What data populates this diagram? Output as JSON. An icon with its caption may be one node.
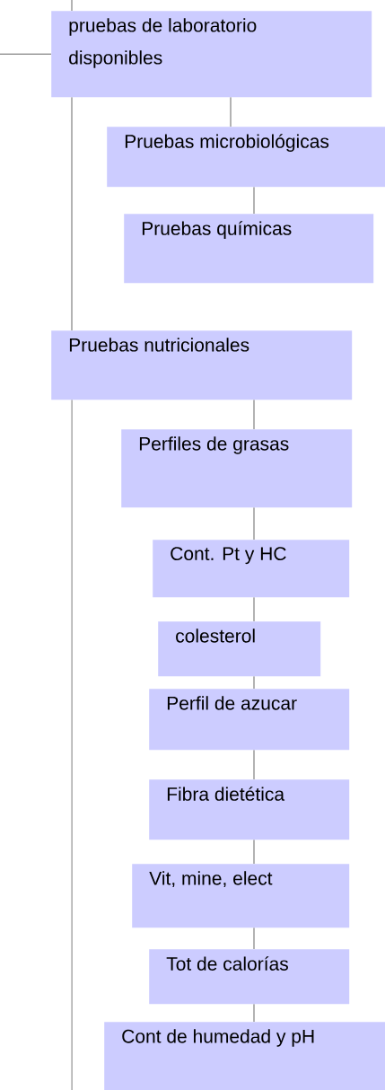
{
  "diagram": {
    "nodes": [
      {
        "text": [
          "pruebas de laboratorio disponibles"
        ]
      },
      {
        "text": [
          "Pruebas microbiológicas"
        ]
      },
      {
        "text": [
          "Pruebas químicas"
        ]
      },
      {
        "text": [
          "Pruebas nutricionales"
        ]
      },
      {
        "text": [
          "Perfiles de grasas"
        ]
      },
      {
        "text": [
          "Cont. Pt y HC"
        ]
      },
      {
        "text": [
          "colesterol"
        ]
      },
      {
        "text": [
          "Perfil de azucar"
        ]
      },
      {
        "text": [
          "Fibra dietética"
        ]
      },
      {
        "text": [
          "Vit, mine, elect"
        ]
      },
      {
        "text": [
          "Tot de calorías"
        ]
      },
      {
        "text": [
          "Cont de humedad y pH"
        ]
      }
    ],
    "edges": [
      {
        "from": null,
        "to": 0,
        "arrow": "none"
      },
      {
        "from": null,
        "to": 0,
        "arrow": "none"
      },
      {
        "from": 0,
        "to": 3,
        "arrow": "none"
      },
      {
        "from": 3,
        "to": null,
        "arrow": "none"
      },
      {
        "from": 0,
        "to": 1,
        "arrow": "none"
      },
      {
        "from": 1,
        "to": 2,
        "arrow": "none"
      },
      {
        "from": 3,
        "to": 4,
        "arrow": "none"
      },
      {
        "from": 4,
        "to": 5,
        "arrow": "none"
      },
      {
        "from": 5,
        "to": 6,
        "arrow": "none"
      },
      {
        "from": 6,
        "to": 7,
        "arrow": "none"
      },
      {
        "from": 7,
        "to": 8,
        "arrow": "none"
      },
      {
        "from": 8,
        "to": 9,
        "arrow": "none"
      },
      {
        "from": 9,
        "to": 10,
        "arrow": "none"
      },
      {
        "from": 10,
        "to": 11,
        "arrow": "none"
      }
    ]
  }
}
